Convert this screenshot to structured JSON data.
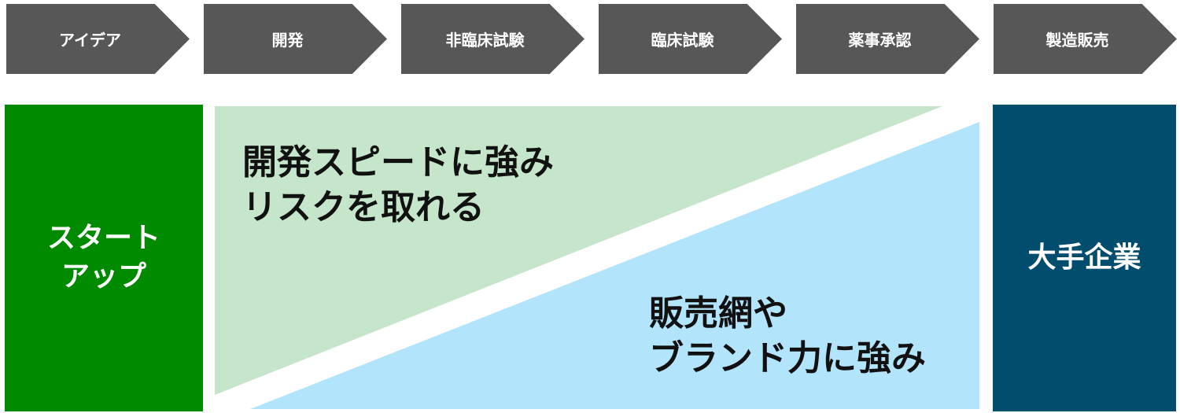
{
  "stages": [
    "アイデア",
    "開発",
    "非臨床試験",
    "臨床試験",
    "薬事承認",
    "製造販売"
  ],
  "startup": {
    "line1": "スタート",
    "line2": "アップ"
  },
  "enterprise": {
    "label": "大手企業"
  },
  "startup_strength": {
    "line1": "開発スピードに強み",
    "line2": "リスクを取れる"
  },
  "enterprise_strength": {
    "line1": "販売網や",
    "line2": "ブランド力に強み"
  },
  "colors": {
    "chevron": "#575757",
    "startup": "#008a00",
    "enterprise": "#004d6e",
    "green_light": "#c5e6cb",
    "blue_light": "#b2e4fb"
  }
}
